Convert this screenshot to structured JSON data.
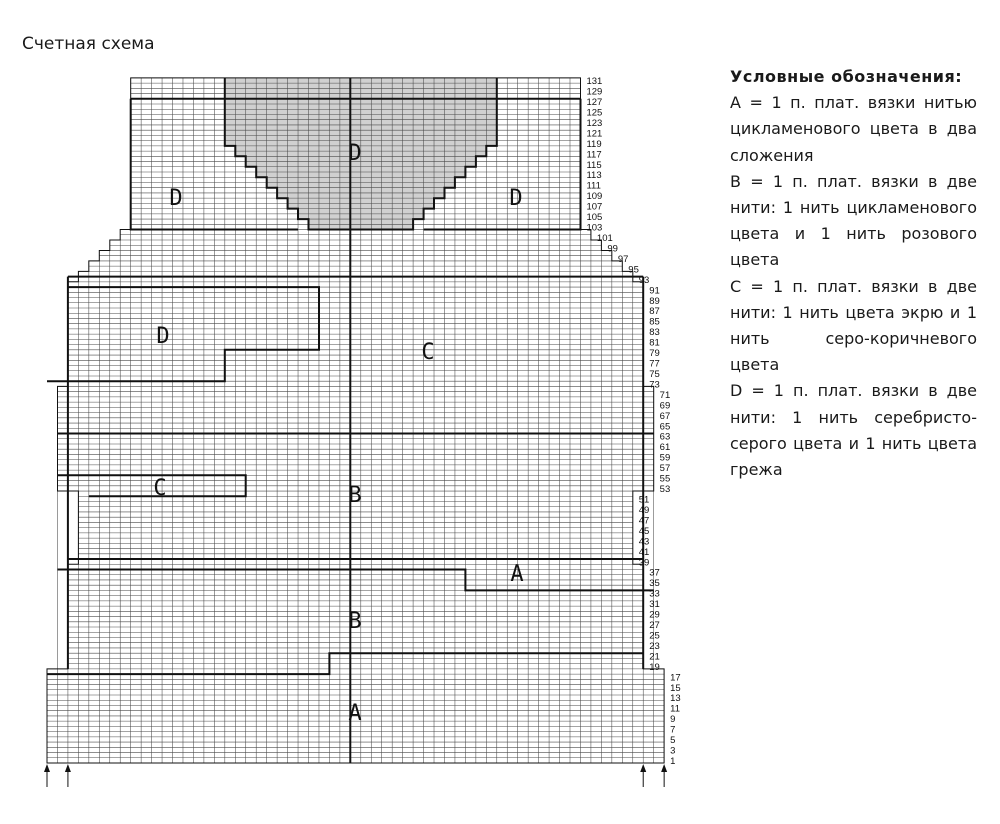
{
  "title": "Счетная схема",
  "legend": {
    "heading": "Условные обозначения:",
    "items": [
      {
        "key": "A",
        "text": "A = 1 п. плат. вязки нитью цикламенового цвета в два сложения"
      },
      {
        "key": "B",
        "text": "B = 1 п. плат. вязки в две нити: 1 нить цикламенового цвета и 1 нить розового цвета"
      },
      {
        "key": "C",
        "text": "C = 1 п. плат. вязки в две нити: 1 нить цвета экрю и 1 нить серо-коричневого цвета"
      },
      {
        "key": "D",
        "text": "D = 1 п. плат. вязки в две нити: 1 нить серебристо-серого цвета и 1 нить цвета грежа"
      }
    ]
  },
  "chart": {
    "total_rows": 131,
    "row_labels": [
      "1",
      "3",
      "5",
      "7",
      "9",
      "11",
      "13",
      "15",
      "17",
      "19",
      "21",
      "23",
      "25",
      "27",
      "29",
      "31",
      "33",
      "35",
      "37",
      "39",
      "41",
      "43",
      "45",
      "47",
      "49",
      "51",
      "53",
      "55",
      "57",
      "59",
      "61",
      "63",
      "65",
      "67",
      "69",
      "71",
      "73",
      "75",
      "77",
      "79",
      "81",
      "83",
      "85",
      "87",
      "89",
      "91",
      "93",
      "95",
      "97",
      "99",
      "101",
      "103",
      "105",
      "107",
      "109",
      "111",
      "113",
      "115",
      "117",
      "119",
      "121",
      "123",
      "125",
      "127",
      "129",
      "131"
    ],
    "zones": [
      {
        "label": "A"
      },
      {
        "label": "B"
      },
      {
        "label": "A"
      },
      {
        "label": "B"
      },
      {
        "label": "C"
      },
      {
        "label": "C"
      },
      {
        "label": "D"
      },
      {
        "label": "D"
      },
      {
        "label": "D"
      },
      {
        "label": "D"
      }
    ],
    "colors": {
      "grid": "#4a4a4a",
      "heavy": "#111111",
      "neck_fill": "#d0d0d0",
      "paper": "#ffffff"
    }
  }
}
